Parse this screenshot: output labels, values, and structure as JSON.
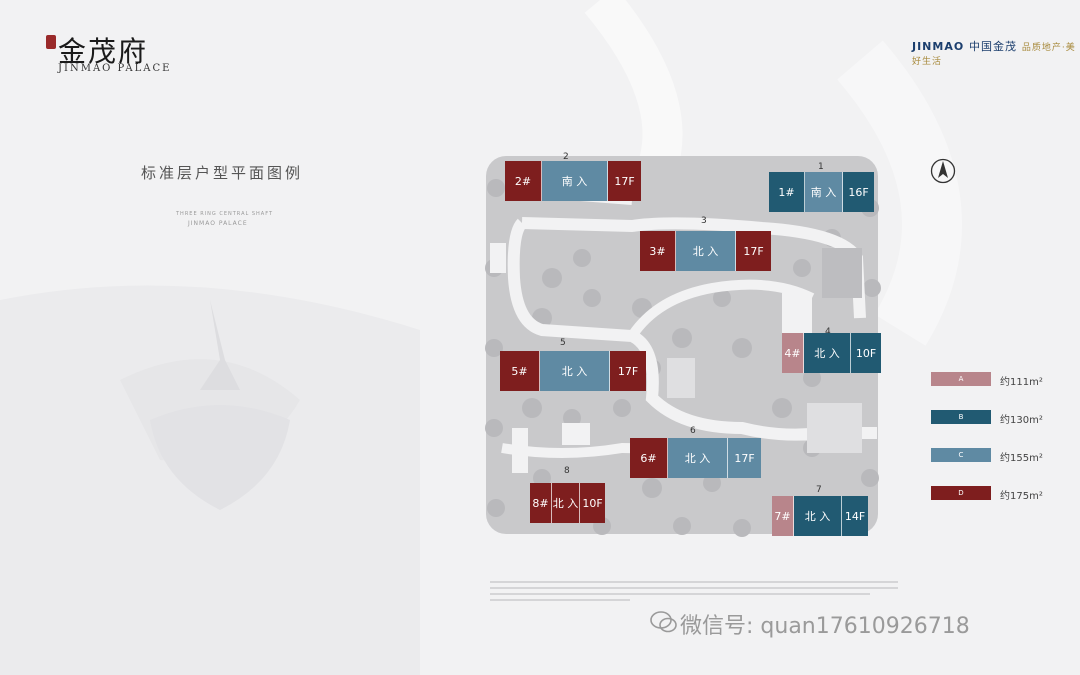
{
  "header": {
    "logo_title": "金茂府",
    "logo_sub": "JINMAO PALACE",
    "brand_en": "JINMAO",
    "brand_cn": "中国金茂",
    "brand_slogan": "品质地产·美好生活"
  },
  "plan": {
    "title": "标准层户型平面图例",
    "sub_en1": "THREE RING CENTRAL SHAFT",
    "sub_en2": "JINMAO PALACE"
  },
  "colors": {
    "A": "#b8858b",
    "B": "#215a72",
    "C": "#5f8aa3",
    "D": "#7e1e1e",
    "site": "#cfcfd1",
    "road": "#f4f4f5"
  },
  "buildings": [
    {
      "id": "2",
      "cells": [
        {
          "text": "2#",
          "type": "D"
        },
        {
          "text": "南 入",
          "type": "C"
        },
        {
          "text": "17F",
          "type": "D"
        }
      ]
    },
    {
      "id": "1",
      "cells": [
        {
          "text": "1#",
          "type": "B"
        },
        {
          "text": "南 入",
          "type": "C"
        },
        {
          "text": "16F",
          "type": "B"
        }
      ]
    },
    {
      "id": "3",
      "cells": [
        {
          "text": "3#",
          "type": "D"
        },
        {
          "text": "北 入",
          "type": "C"
        },
        {
          "text": "17F",
          "type": "D"
        }
      ]
    },
    {
      "id": "4",
      "cells": [
        {
          "text": "4#",
          "type": "A"
        },
        {
          "text": "北 入",
          "type": "B"
        },
        {
          "text": "10F",
          "type": "B"
        }
      ]
    },
    {
      "id": "5",
      "cells": [
        {
          "text": "5#",
          "type": "D"
        },
        {
          "text": "北 入",
          "type": "C"
        },
        {
          "text": "17F",
          "type": "D"
        }
      ]
    },
    {
      "id": "6",
      "cells": [
        {
          "text": "6#",
          "type": "D"
        },
        {
          "text": "北 入",
          "type": "C"
        },
        {
          "text": "17F",
          "type": "C"
        }
      ]
    },
    {
      "id": "8",
      "cells": [
        {
          "text": "8#",
          "type": "D"
        },
        {
          "text": "北 入",
          "type": "D"
        },
        {
          "text": "10F",
          "type": "D"
        }
      ]
    },
    {
      "id": "7",
      "cells": [
        {
          "text": "7#",
          "type": "A"
        },
        {
          "text": "北 入",
          "type": "B"
        },
        {
          "text": "14F",
          "type": "B"
        }
      ]
    }
  ],
  "legend": [
    {
      "key": "A",
      "area": "约111m²"
    },
    {
      "key": "B",
      "area": "约130m²"
    },
    {
      "key": "C",
      "area": "约155m²"
    },
    {
      "key": "D",
      "area": "约175m²"
    }
  ],
  "legend_keys": [
    "A",
    "B",
    "C",
    "D"
  ],
  "watermark": "微信号: quan17610926718",
  "icons": {
    "compass": "north-arrow-icon",
    "wechat": "wechat-icon"
  }
}
